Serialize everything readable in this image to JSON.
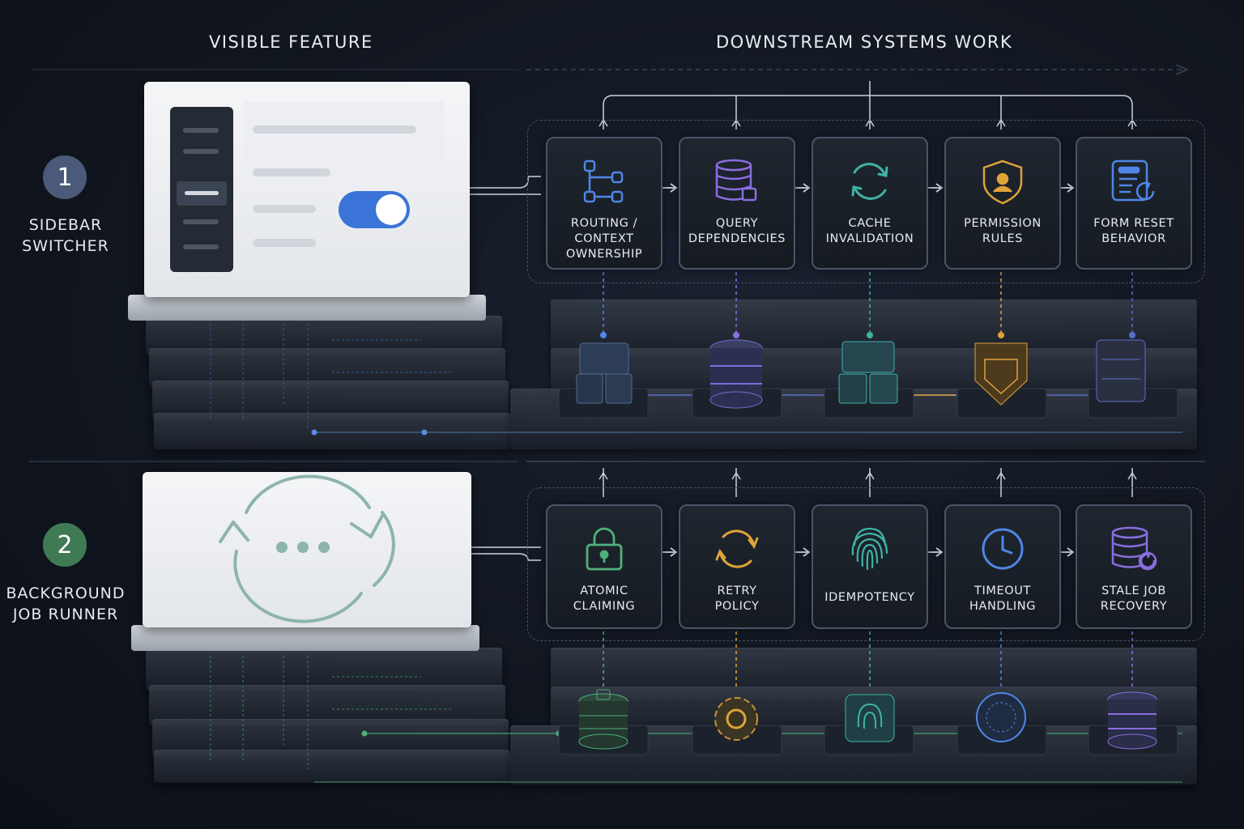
{
  "headers": {
    "visible_feature": "VISIBLE FEATURE",
    "downstream": "DOWNSTREAM SYSTEMS WORK"
  },
  "rows": [
    {
      "number": "1",
      "label": "SIDEBAR\nSWITCHER",
      "badge_color": "#4a5a78",
      "accent": "#5b8de0",
      "nodes": [
        {
          "label": "ROUTING /\nCONTEXT\nOWNERSHIP",
          "icon": "routing-tree-icon",
          "color": "#4f86e8"
        },
        {
          "label": "QUERY\nDEPENDENCIES",
          "icon": "database-icon",
          "color": "#8a6ee0"
        },
        {
          "label": "CACHE\nINVALIDATION",
          "icon": "refresh-cycle-icon",
          "color": "#3fb3a6"
        },
        {
          "label": "PERMISSION\nRULES",
          "icon": "shield-user-icon",
          "color": "#e0a23a"
        },
        {
          "label": "FORM RESET\nBEHAVIOR",
          "icon": "form-reset-icon",
          "color": "#4f86e8"
        }
      ]
    },
    {
      "number": "2",
      "label": "BACKGROUND\nJOB RUNNER",
      "badge_color": "#3f7a55",
      "accent": "#4fb07a",
      "nodes": [
        {
          "label": "ATOMIC\nCLAIMING",
          "icon": "lock-icon",
          "color": "#4fb07a"
        },
        {
          "label": "RETRY\nPOLICY",
          "icon": "retry-icon",
          "color": "#e0a23a"
        },
        {
          "label": "IDEMPOTENCY",
          "icon": "fingerprint-icon",
          "color": "#3fb3a6"
        },
        {
          "label": "TIMEOUT\nHANDLING",
          "icon": "clock-icon",
          "color": "#4f86e8"
        },
        {
          "label": "STALE JOB\nRECOVERY",
          "icon": "database-refresh-icon",
          "color": "#8a6ee0"
        }
      ]
    }
  ]
}
